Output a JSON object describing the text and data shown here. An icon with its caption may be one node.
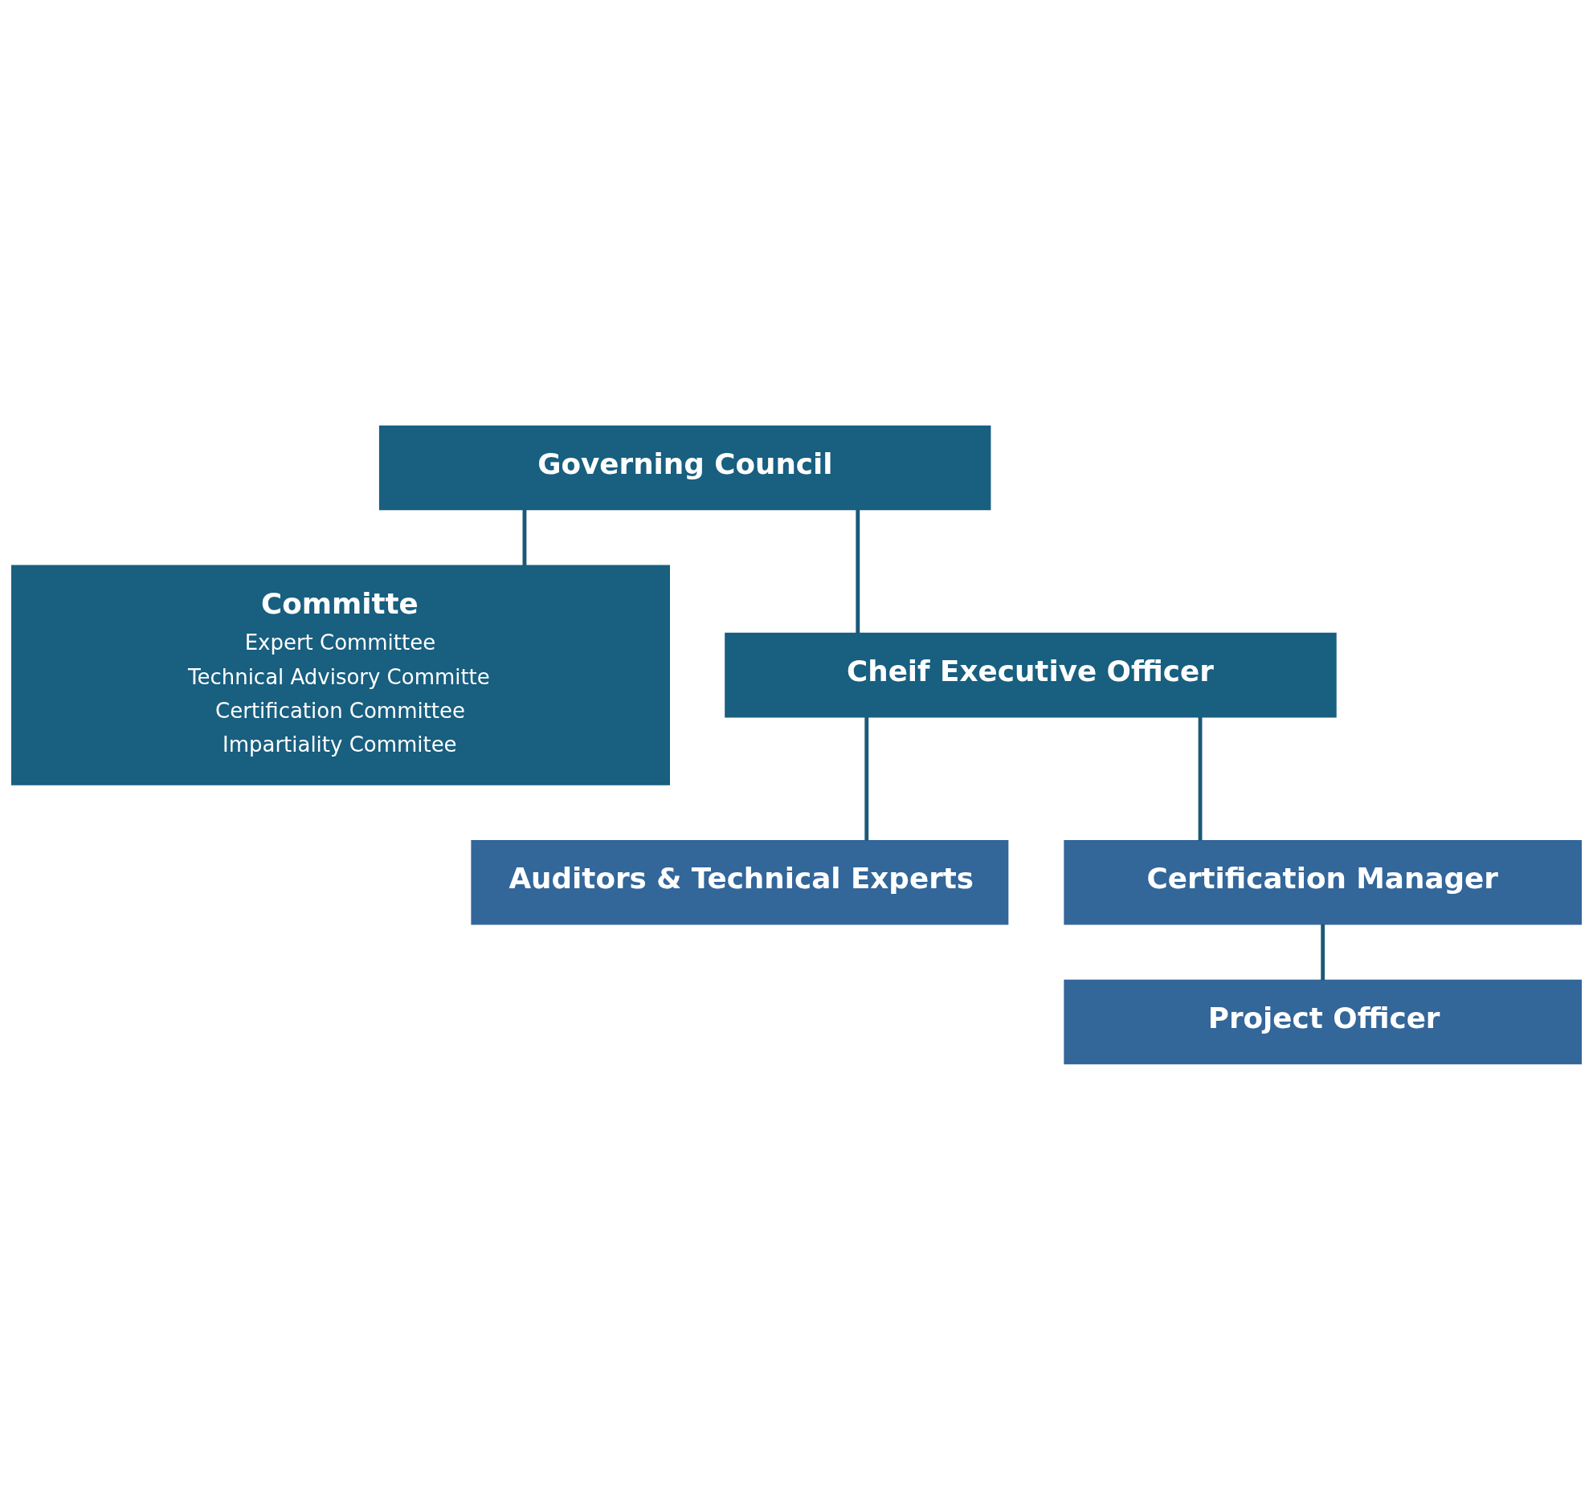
{
  "diagram": {
    "nodes": [
      {
        "text": [
          "Governing Council"
        ]
      },
      {
        "text": [
          "Committe",
          "Expert Committee",
          "Technical Advisory Committe",
          "Certification Committee",
          "Impartiality Commitee"
        ]
      },
      {
        "text": [
          "Cheif Executive Officer"
        ]
      },
      {
        "text": [
          "Auditors & Technical Experts"
        ]
      },
      {
        "text": [
          "Certification Manager"
        ]
      },
      {
        "text": [
          "Project Officer"
        ]
      }
    ],
    "edges": [
      {
        "from": 0,
        "to": 1,
        "arrow": "none"
      },
      {
        "from": 0,
        "to": 2,
        "arrow": "none"
      },
      {
        "from": 2,
        "to": 3,
        "arrow": "none"
      },
      {
        "from": 2,
        "to": 4,
        "arrow": "none"
      },
      {
        "from": 4,
        "to": 5,
        "arrow": "none"
      }
    ]
  }
}
